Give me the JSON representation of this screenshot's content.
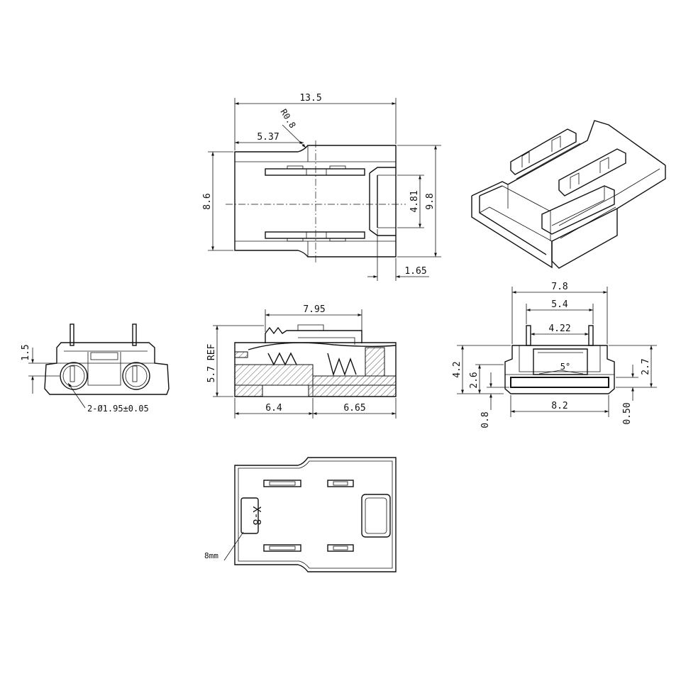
{
  "colors": {
    "ink": "#111111",
    "background": "#ffffff"
  },
  "top_view": {
    "overall_length": "13.5",
    "corner_radius": "R0.8",
    "offset_length": "5.37",
    "body_width": "8.6",
    "overall_width": "9.8",
    "window_width": "4.81",
    "lip_length": "1.65"
  },
  "end_view": {
    "pin_height": "1.5",
    "hole_note": "2-Ø1.95±0.05"
  },
  "section_view": {
    "contact_span": "7.95",
    "height_ref": "5.7 REF",
    "left_length": "6.4",
    "right_length": "6.65"
  },
  "front_view": {
    "outer_width": "7.8",
    "pin_span_outer": "5.4",
    "pin_span_inner": "4.22",
    "draft_angle": "5°",
    "overall_height": "4.2",
    "step_height": "2.6",
    "slot_height": "2.7",
    "base_width": "8.2",
    "base_thickness": "0.8",
    "lip_thickness": "0.50"
  },
  "bottom_view": {
    "marking": "X-8",
    "marking_note": "8mm"
  }
}
